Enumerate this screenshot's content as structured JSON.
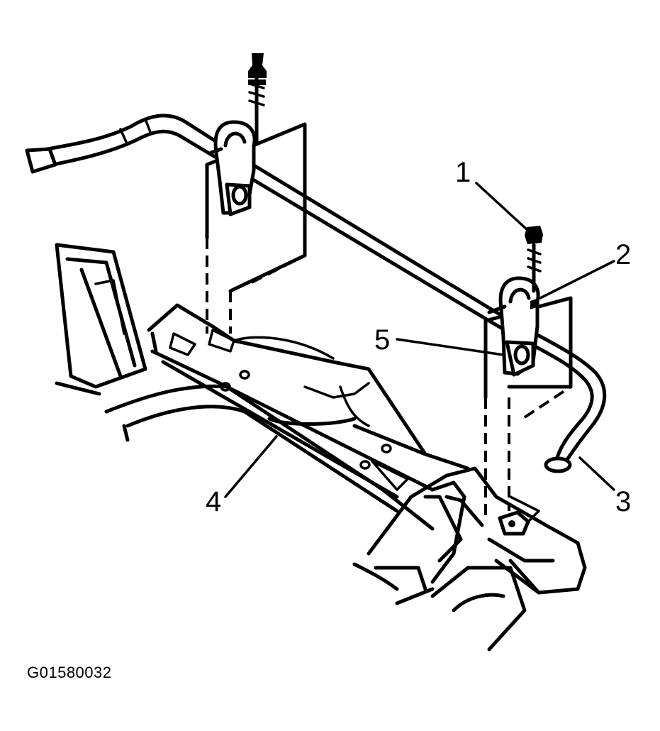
{
  "figure_id": "G01580032",
  "callouts": [
    {
      "number": "1",
      "part": "bolt"
    },
    {
      "number": "2",
      "part": "clamp"
    },
    {
      "number": "3",
      "part": "stabilizer-bar"
    },
    {
      "number": "4",
      "part": "frame"
    },
    {
      "number": "5",
      "part": "insulator-bushing"
    }
  ]
}
